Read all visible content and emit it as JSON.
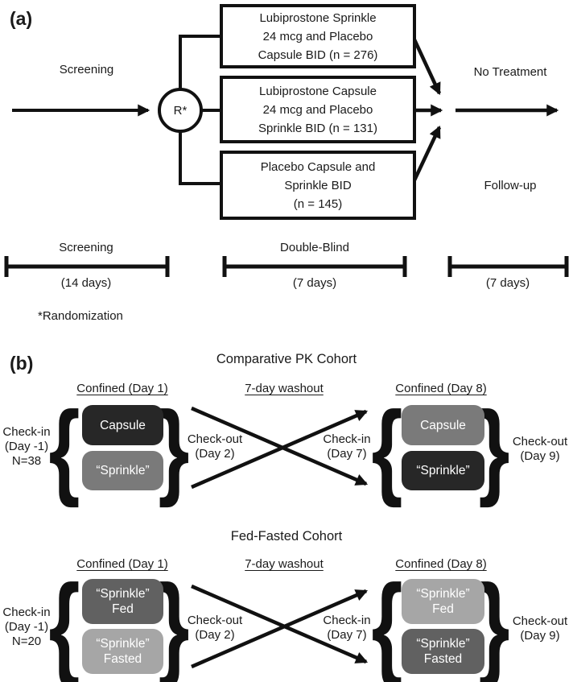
{
  "panel_a": {
    "label": "(a)",
    "screening_label": "Screening",
    "randomization_symbol": "R*",
    "arms": [
      {
        "lines": [
          "Lubiprostone Sprinkle",
          "24 mcg and Placebo",
          "Capsule BID (n = 276)"
        ]
      },
      {
        "lines": [
          "Lubiprostone Capsule",
          "24 mcg and Placebo",
          "Sprinkle BID (n = 131)"
        ]
      },
      {
        "lines": [
          "Placebo Capsule and",
          "Sprinkle BID",
          "(n = 145)"
        ]
      }
    ],
    "no_treatment_label": "No Treatment",
    "follow_up_label": "Follow-up",
    "timeline": [
      {
        "label": "Screening",
        "duration": "(14 days)"
      },
      {
        "label": "Double-Blind",
        "duration": "(7 days)"
      },
      {
        "label": "",
        "duration": "(7 days)"
      }
    ],
    "footnote": "*Randomization"
  },
  "panel_b": {
    "label": "(b)",
    "brace_open": "{",
    "brace_close": "}",
    "cohorts": [
      {
        "title": "Comparative PK Cohort",
        "headers": [
          "Confined (Day 1)",
          "7-day washout",
          "Confined (Day 8)"
        ],
        "checkin_start": {
          "l1": "Check-in",
          "l2": "(Day -1)",
          "l3": "N=38"
        },
        "checkout_mid": {
          "l1": "Check-out",
          "l2": "(Day 2)"
        },
        "checkin_mid": {
          "l1": "Check-in",
          "l2": "(Day 7)"
        },
        "checkout_end": {
          "l1": "Check-out",
          "l2": "(Day 9)"
        },
        "left_boxes": [
          {
            "l1": "Capsule",
            "l2": "",
            "color": "#272727"
          },
          {
            "l1": "“Sprinkle”",
            "l2": "",
            "color": "#7a7a7a"
          }
        ],
        "right_boxes": [
          {
            "l1": "Capsule",
            "l2": "",
            "color": "#7a7a7a"
          },
          {
            "l1": "“Sprinkle”",
            "l2": "",
            "color": "#272727"
          }
        ]
      },
      {
        "title": "Fed-Fasted Cohort",
        "headers": [
          "Confined (Day 1)",
          "7-day washout",
          "Confined (Day 8)"
        ],
        "checkin_start": {
          "l1": "Check-in",
          "l2": "(Day -1)",
          "l3": "N=20"
        },
        "checkout_mid": {
          "l1": "Check-out",
          "l2": "(Day 2)"
        },
        "checkin_mid": {
          "l1": "Check-in",
          "l2": "(Day 7)"
        },
        "checkout_end": {
          "l1": "Check-out",
          "l2": "(Day 9)"
        },
        "left_boxes": [
          {
            "l1": "“Sprinkle”",
            "l2": "Fed",
            "color": "#616161"
          },
          {
            "l1": "“Sprinkle”",
            "l2": "Fasted",
            "color": "#a6a6a6"
          }
        ],
        "right_boxes": [
          {
            "l1": "“Sprinkle”",
            "l2": "Fed",
            "color": "#a6a6a6"
          },
          {
            "l1": "“Sprinkle”",
            "l2": "Fasted",
            "color": "#616161"
          }
        ]
      }
    ]
  }
}
